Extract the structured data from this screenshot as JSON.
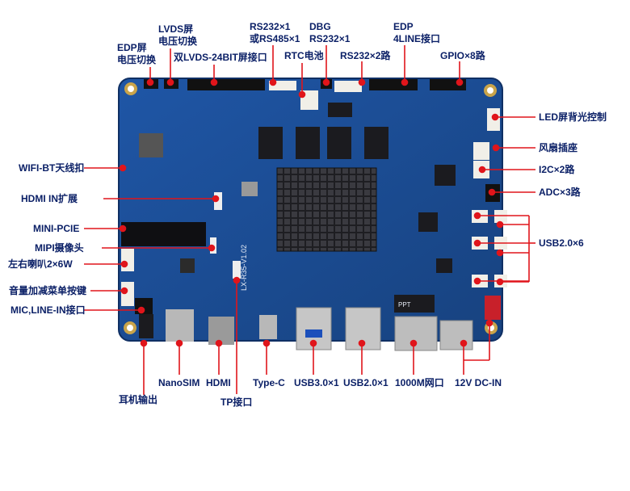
{
  "colors": {
    "board": "#1d4f9a",
    "board_dark": "#163f82",
    "leader": "#e0151b",
    "label_text": "#0a1f66",
    "heatsink": "#2a2a2e",
    "port_metal": "#b8b8b8",
    "connector_white": "#f1efe8",
    "power_red": "#c8202a"
  },
  "labels": {
    "edp_voltage": "EDP屏\n电压切换",
    "lvds_voltage": "LVDS屏\n电压切换",
    "dual_lvds": "双LVDS-24BIT屏接口",
    "rs232_rs485": "RS232×1\n或RS485×1",
    "rtc_battery": "RTC电池",
    "dbg": "DBG\nRS232×1",
    "rs232_x2": "RS232×2路",
    "edp_4line": "EDP\n4LINE接口",
    "gpio": "GPIO×8路",
    "led_backlight": "LED屏背光控制",
    "fan": "风扇插座",
    "i2c": "I2C×2路",
    "adc": "ADC×3路",
    "usb20_x6": "USB2.0×6",
    "wifi_bt": "WIFI-BT天线扣",
    "hdmi_in": "HDMI IN扩展",
    "mini_pcie": "MINI-PCIE",
    "mipi_camera": "MIPI摄像头",
    "speaker": "左右喇叭2×6W",
    "volume_keys": "音量加减菜单按键",
    "mic_linein": "MIC,LINE-IN接口",
    "earphone": "耳机输出",
    "nanosim": "NanoSIM",
    "hdmi": "HDMI",
    "tp": "TP接口",
    "typec": "Type-C",
    "usb30": "USB3.0×1",
    "usb20_x1": "USB2.0×1",
    "ethernet": "1000M网口",
    "dc_in": "12V DC-IN"
  },
  "board": {
    "silkscreen": "LX-R35-V1.02",
    "chip_label": "PPT"
  }
}
